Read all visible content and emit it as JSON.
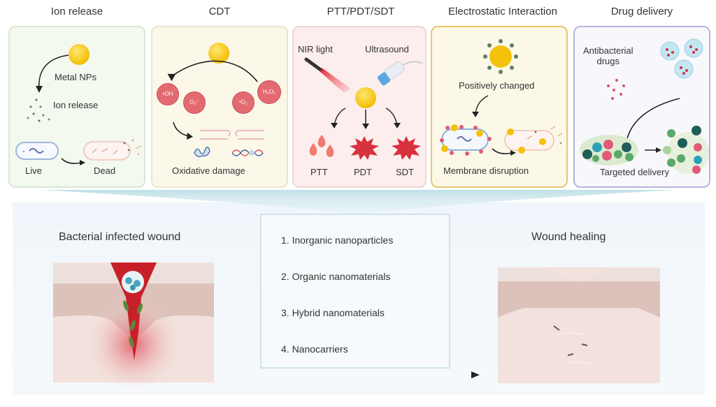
{
  "panels": [
    {
      "title": "Ion release",
      "labels": {
        "np": "Metal NPs",
        "ion": "Ion release",
        "live": "Live",
        "dead": "Dead"
      },
      "border": "#d8e8d2",
      "fill": "#f3f9ef"
    },
    {
      "title": "CDT",
      "ros": [
        "•OH",
        "O₂⁻",
        "¹O₂",
        "H₂O₂"
      ],
      "labels": {
        "caption": "Oxidative damage"
      },
      "border": "#ece4c8",
      "fill": "#fbf8ea"
    },
    {
      "title": "PTT/PDT/SDT",
      "labels": {
        "nir": "NIR light",
        "us": "Ultrasound",
        "ptt": "PTT",
        "pdt": "PDT",
        "sdt": "SDT"
      },
      "border": "#f0d4d6",
      "fill": "#fdeeee"
    },
    {
      "title": "Electrostatic Interaction",
      "labels": {
        "pos": "Positively changed",
        "caption": "Membrane disruption"
      },
      "border": "#e8c766",
      "fill": "#fbf8e8"
    },
    {
      "title": "Drug delivery",
      "labels": {
        "drugs_line1": "Antibacterial",
        "drugs_line2": "drugs",
        "caption": "Targeted delivery"
      },
      "border": "#b8b4d8",
      "fill": "#f8f8fc"
    }
  ],
  "bottom": {
    "left_title": "Bacterial infected wound",
    "right_title": "Wound healing",
    "materials": [
      "1. Inorganic nanoparticles",
      "2. Organic nanomaterials",
      "3. Hybrid nanomaterials",
      "4. Nanocarriers"
    ]
  },
  "colors": {
    "nanoparticle": "#f4c20d",
    "ros": "#e46a72",
    "blood": "#c8202a",
    "skin_top": "#e9d7d2",
    "skin_mid": "#dcc2bb",
    "skin_base": "#f2e1dc",
    "funnel": "#bfe0e6"
  }
}
